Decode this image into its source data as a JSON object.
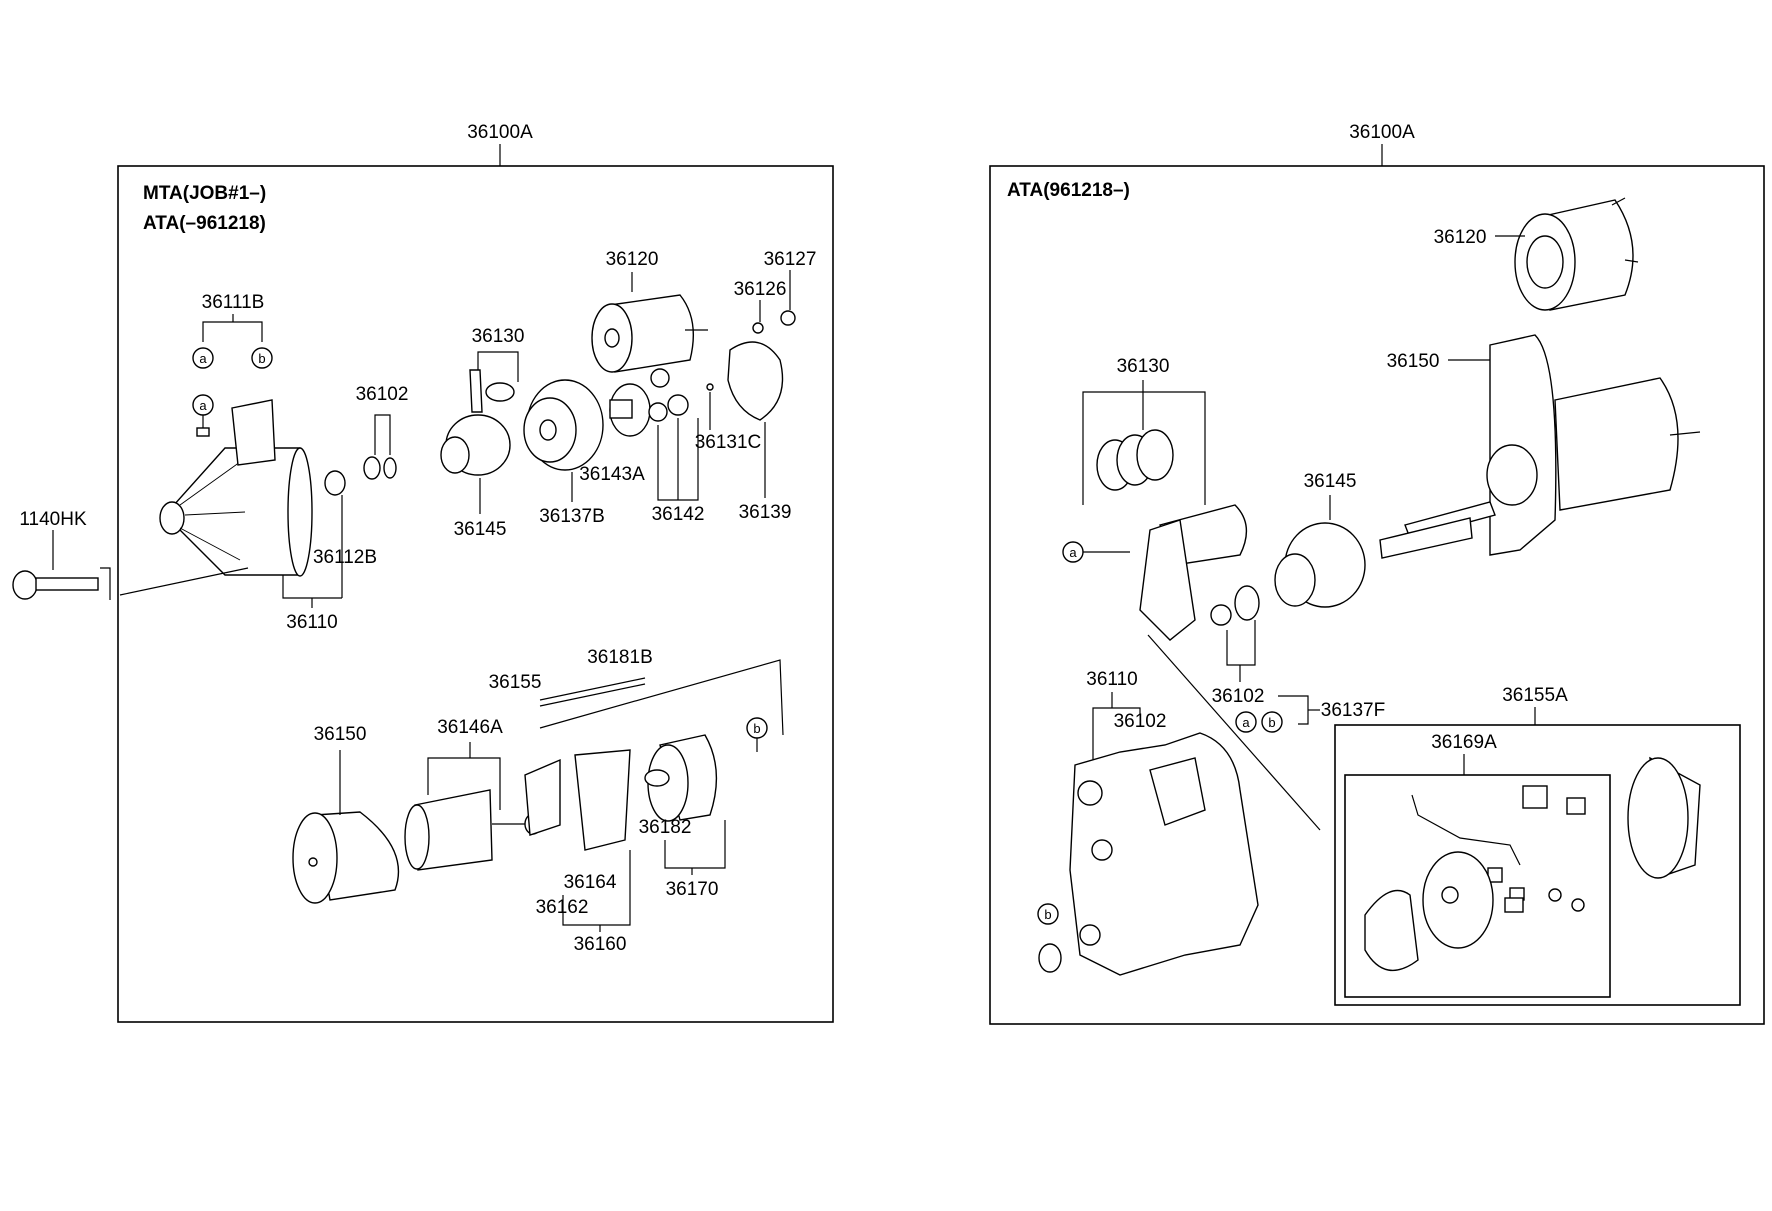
{
  "left_panel": {
    "assembly_no": "36100A",
    "header_line1": "MTA(JOB#1–)",
    "header_line2": "ATA(–961218)",
    "labels": {
      "p36111B": "36111B",
      "p36102": "36102",
      "p36130": "36130",
      "p36120": "36120",
      "p36126": "36126",
      "p36127": "36127",
      "p36131C": "36131C",
      "p36143A": "36143A",
      "p36145": "36145",
      "p36137B": "36137B",
      "p36142": "36142",
      "p36139": "36139",
      "p36112B": "36112B",
      "p36110": "36110",
      "p36181B": "36181B",
      "p36155": "36155",
      "p36150": "36150",
      "p36146A": "36146A",
      "p36182": "36182",
      "p36170": "36170",
      "p36164": "36164",
      "p36162": "36162",
      "p36160": "36160"
    },
    "outside_label": "1140HK"
  },
  "right_panel": {
    "assembly_no": "36100A",
    "header": "ATA(961218–)",
    "labels": {
      "p36120": "36120",
      "p36150": "36150",
      "p36130": "36130",
      "p36145": "36145",
      "p36102a": "36102",
      "p36137F": "36137F",
      "p36110": "36110",
      "p36102b": "36102",
      "p36155A": "36155A",
      "p36169A": "36169A"
    }
  },
  "callout_a": "a",
  "callout_b": "b"
}
